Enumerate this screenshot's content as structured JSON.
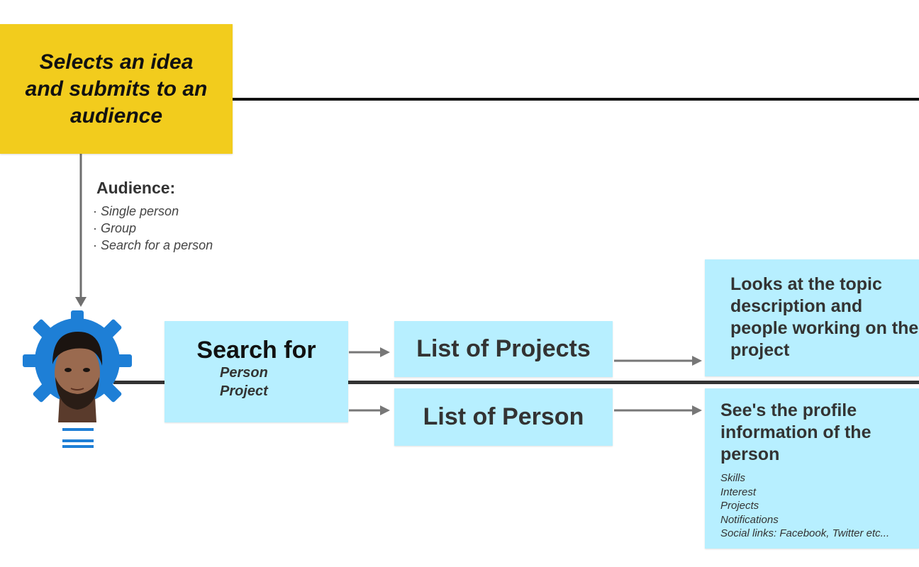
{
  "idea_box": {
    "text": "Selects an idea\nand submits to an\naudience"
  },
  "audience": {
    "title": "Audience:",
    "items": [
      "Single person",
      "Group",
      "Search for a person"
    ]
  },
  "search_box": {
    "title": "Search for",
    "options": [
      "Person",
      "Project"
    ]
  },
  "projects_box": {
    "label": "List of Projects"
  },
  "persons_box": {
    "label": "List of Person"
  },
  "topic_box": {
    "text": "Looks at the topic description and people working on the project"
  },
  "profile_box": {
    "text": "See's the profile information of the person",
    "items": [
      "Skills",
      "Interest",
      "Projects",
      "Notifications",
      "Social links: Facebook, Twitter etc..."
    ]
  },
  "colors": {
    "yellow": "#f2cc1d",
    "light_blue": "#b7efff",
    "gear_blue": "#1e7fd6",
    "arrow_gray": "#777777",
    "line_black": "#111111"
  },
  "icons": {
    "avatar": "person-in-gear-icon"
  }
}
